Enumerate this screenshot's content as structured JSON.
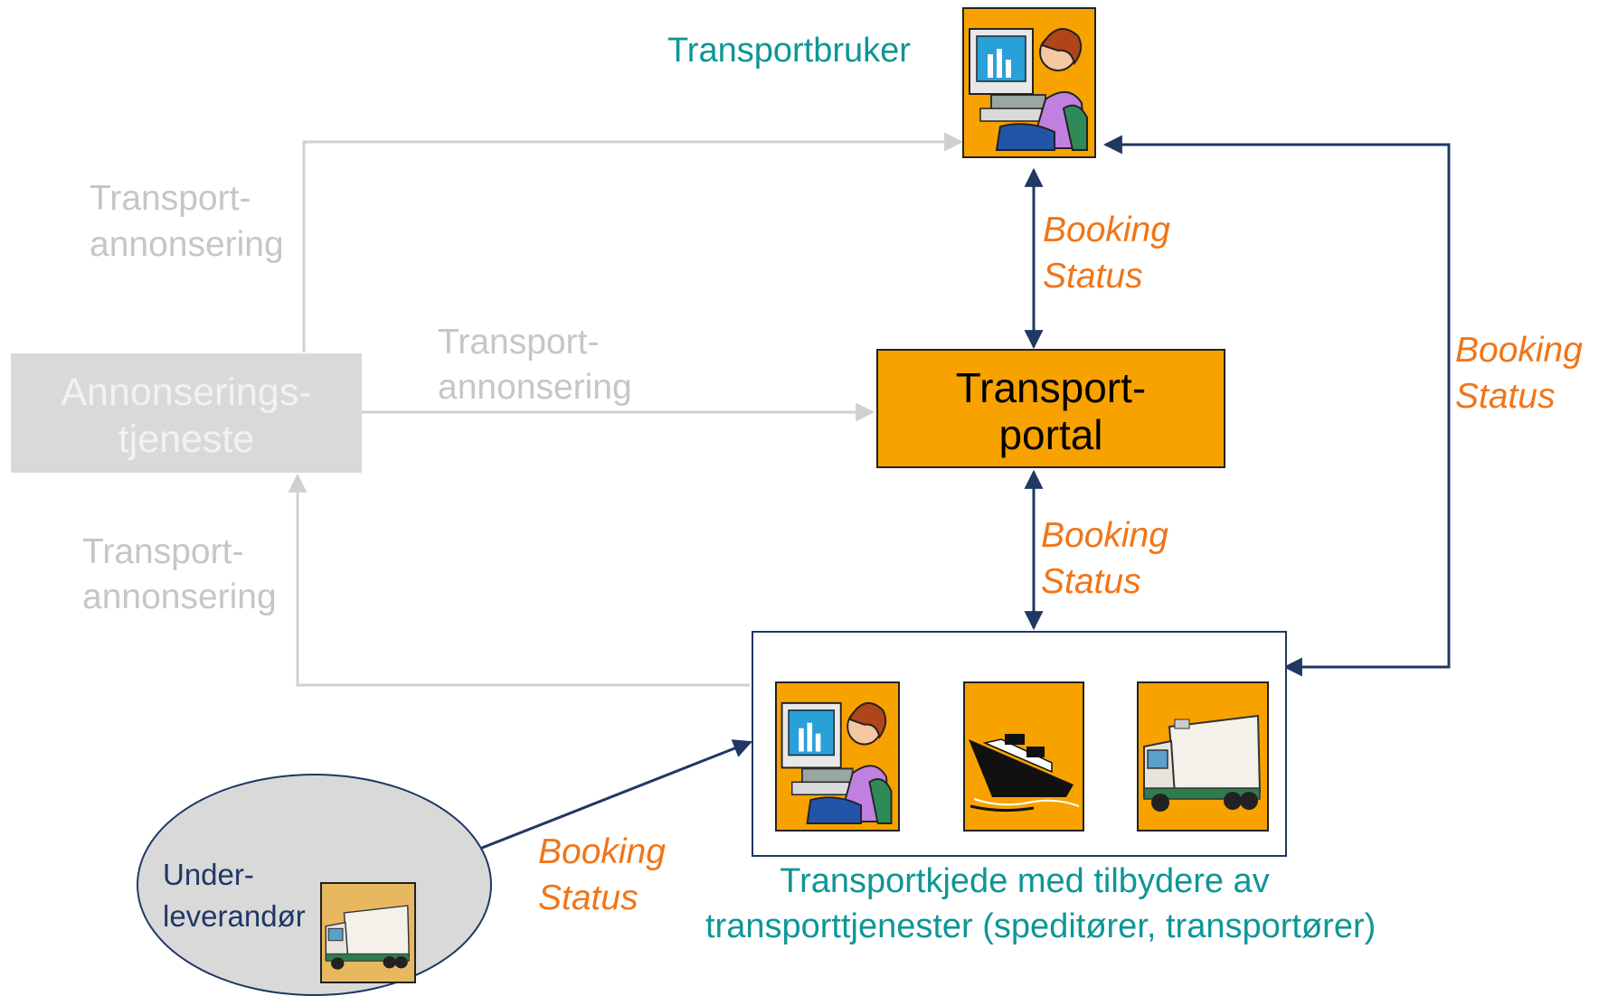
{
  "nodes": {
    "transportbruker": {
      "label": "Transportbruker"
    },
    "annonseringstjeneste": {
      "label_line1": "Annonserings-",
      "label_line2": "tjeneste"
    },
    "transportportal": {
      "label_line1": "Transport-",
      "label_line2": "portal"
    },
    "transportkjede": {
      "caption_line1": "Transportkjede  med tilbydere av",
      "caption_line2": "transporttjenester (speditører, transportører)"
    },
    "underleverandor": {
      "label_line1": "Under-",
      "label_line2": "leverandør"
    }
  },
  "edge_labels": {
    "annonsering_top": {
      "line1": "Transport-",
      "line2": "annonsering"
    },
    "annonsering_middle": {
      "line1": "Transport-",
      "line2": "annonsering"
    },
    "annonsering_bottom": {
      "line1": "Transport-",
      "line2": "annonsering"
    },
    "booking_user_portal": {
      "line1": "Booking",
      "line2": "Status"
    },
    "booking_portal_chain": {
      "line1": "Booking",
      "line2": "Status"
    },
    "booking_right": {
      "line1": "Booking",
      "line2": "Status"
    },
    "booking_sub": {
      "line1": "Booking",
      "line2": "Status"
    }
  },
  "icons": {
    "user": "computer-user-icon",
    "chain_user": "computer-user-icon",
    "ship": "ship-icon",
    "truck": "truck-icon",
    "sub_truck": "truck-icon"
  },
  "colors": {
    "orange": "#f8a200",
    "booking_text": "#f07518",
    "teal_text": "#0e9696",
    "navy_arrow": "#1f3864",
    "muted": "#c6c6c6",
    "muted_box": "#d9d9d9"
  }
}
